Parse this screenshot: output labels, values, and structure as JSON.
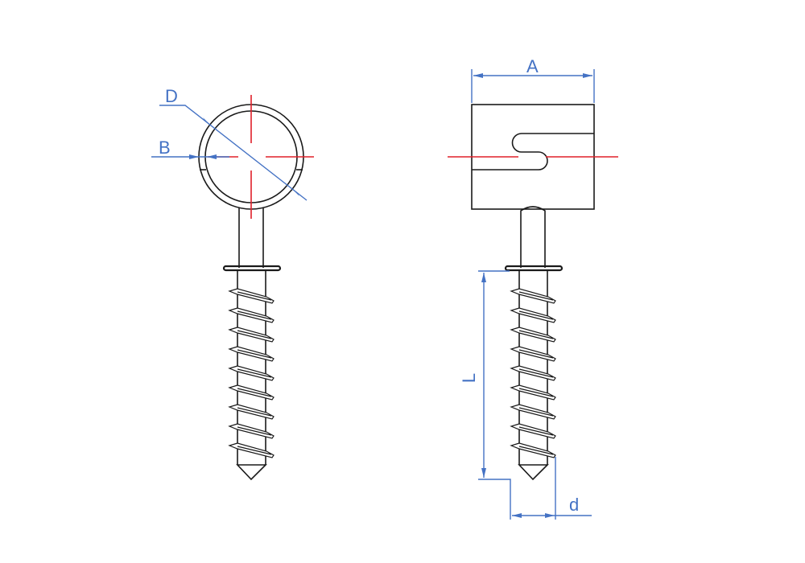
{
  "dimensions": {
    "A": "A",
    "B": "B",
    "D": "D",
    "L": "L",
    "d": "d"
  },
  "colors": {
    "outline": "#1a1a1a",
    "centerline": "#e0202a",
    "dimension": "#4472c4"
  },
  "thread_count": 9
}
